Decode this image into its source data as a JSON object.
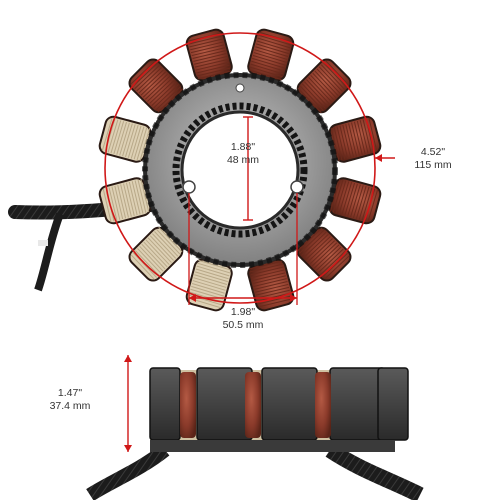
{
  "dimensions": {
    "inner_diameter": {
      "inch": "1.88\"",
      "mm": "48 mm"
    },
    "outer_diameter": {
      "inch": "4.52\"",
      "mm": "115 mm"
    },
    "bolt_spacing": {
      "inch": "1.98\"",
      "mm": "50.5 mm"
    },
    "height": {
      "inch": "1.47\"",
      "mm": "37.4 mm"
    }
  },
  "colors": {
    "dimension_line": "#d01818",
    "copper_coil": "#8a3a2a",
    "stator_plate": "#9a9a9a",
    "wire_harness": "#1c1c1c",
    "insulation": "#ddd0b4"
  }
}
